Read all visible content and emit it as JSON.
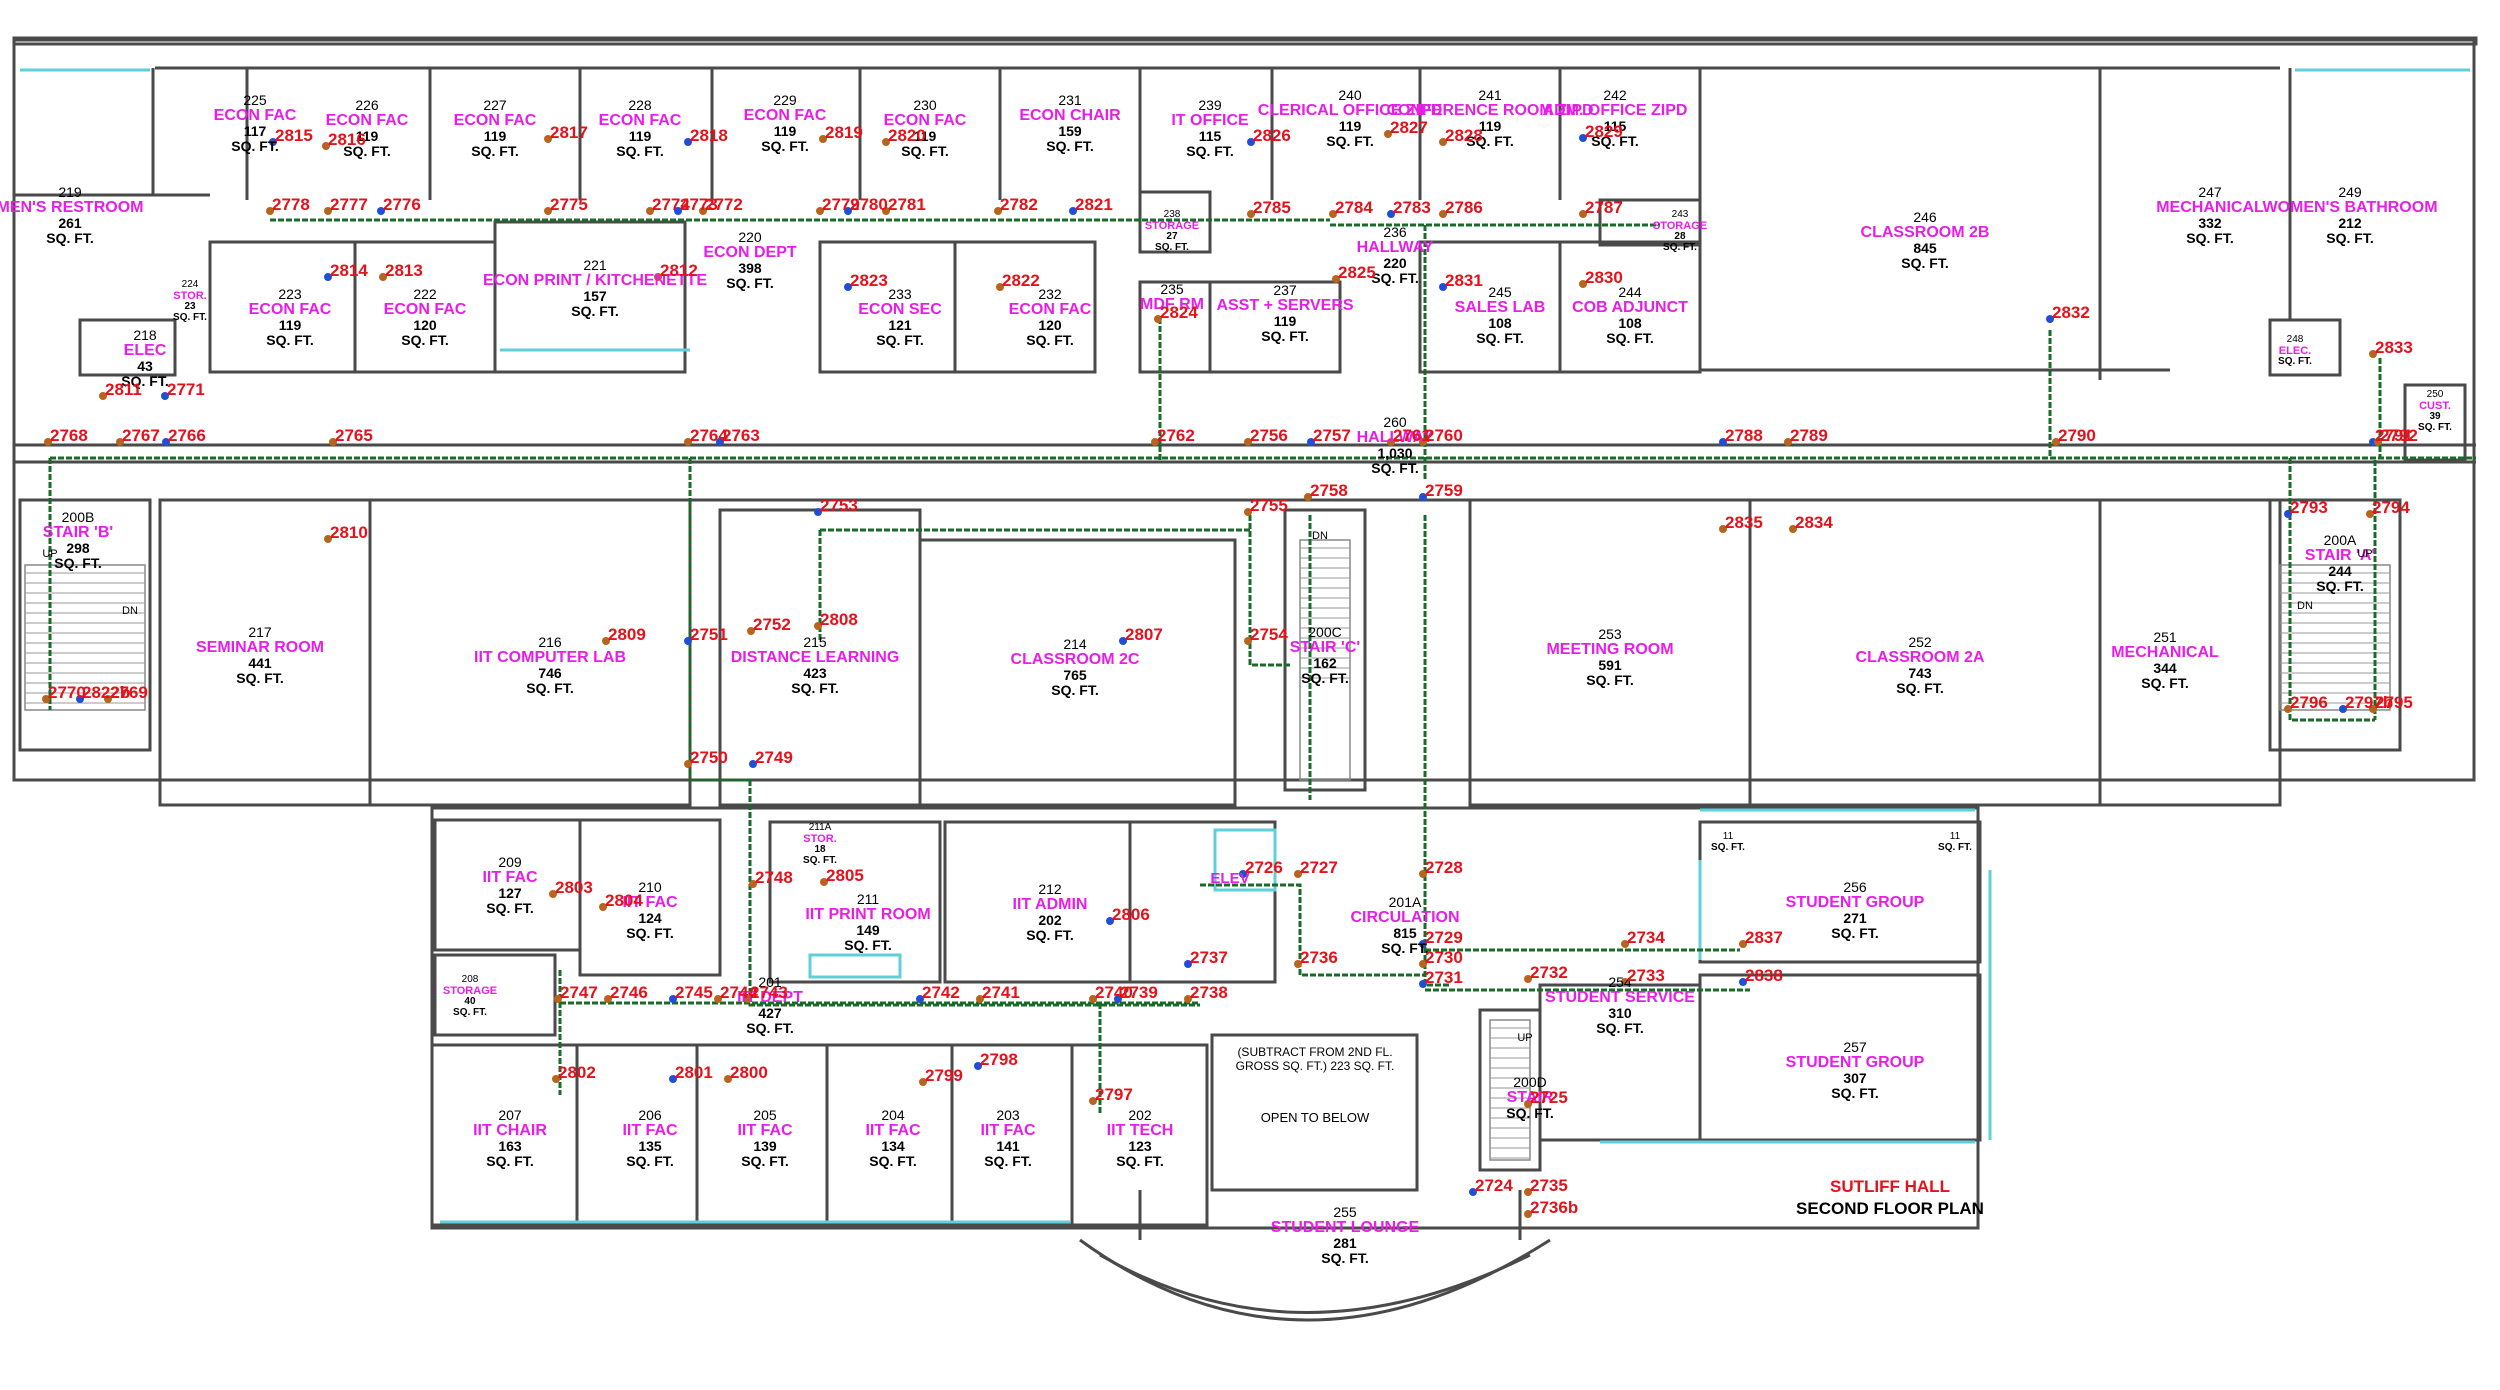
{
  "plan": {
    "title": "SUTLIFF HALL",
    "subtitle": "SECOND FLOOR PLAN",
    "open_to_below": "OPEN TO BELOW",
    "open_to_below_note": "(SUBTRACT FROM 2ND FL. GROSS SQ. FT.) 223 SQ. FT.",
    "elev_label": "ELEV",
    "dn_label": "DN",
    "up_label": "UP"
  },
  "colors": {
    "room_name": "#e81ee8",
    "node_label": "#e5121b",
    "network_line": "#1a6b2a",
    "wall": "#4a4a4a",
    "glass": "#5fd0d8",
    "node_dot": "#1f4fd8"
  },
  "rooms": [
    {
      "no": "225",
      "name": "ECON FAC",
      "sqft": "117",
      "unit": "SQ. FT."
    },
    {
      "no": "226",
      "name": "ECON FAC",
      "sqft": "119",
      "unit": "SQ. FT."
    },
    {
      "no": "227",
      "name": "ECON FAC",
      "sqft": "119",
      "unit": "SQ. FT."
    },
    {
      "no": "228",
      "name": "ECON FAC",
      "sqft": "119",
      "unit": "SQ. FT."
    },
    {
      "no": "229",
      "name": "ECON FAC",
      "sqft": "119",
      "unit": "SQ. FT."
    },
    {
      "no": "230",
      "name": "ECON FAC",
      "sqft": "119",
      "unit": "SQ. FT."
    },
    {
      "no": "231",
      "name": "ECON CHAIR",
      "sqft": "159",
      "unit": "SQ. FT."
    },
    {
      "no": "239",
      "name": "IT OFFICE",
      "sqft": "115",
      "unit": "SQ. FT."
    },
    {
      "no": "240",
      "name": "CLERICAL OFFICE ZIPD",
      "sqft": "119",
      "unit": "SQ. FT."
    },
    {
      "no": "241",
      "name": "CONFERENCE ROOM ZIPD",
      "sqft": "119",
      "unit": "SQ. FT."
    },
    {
      "no": "242",
      "name": "ADM. OFFICE ZIPD",
      "sqft": "115",
      "unit": "SQ. FT."
    },
    {
      "no": "246",
      "name": "CLASSROOM 2B",
      "sqft": "845",
      "unit": "SQ. FT."
    },
    {
      "no": "247",
      "name": "MECHANICAL",
      "sqft": "332",
      "unit": "SQ. FT."
    },
    {
      "no": "249",
      "name": "WOMEN'S BATHROOM",
      "sqft": "212",
      "unit": "SQ. FT."
    },
    {
      "no": "219",
      "name": "MEN'S RESTROOM",
      "sqft": "261",
      "unit": "SQ. FT."
    },
    {
      "no": "223",
      "name": "ECON FAC",
      "sqft": "119",
      "unit": "SQ. FT."
    },
    {
      "no": "222",
      "name": "ECON FAC",
      "sqft": "120",
      "unit": "SQ. FT."
    },
    {
      "no": "221",
      "name": "ECON PRINT / KITCHENETTE",
      "sqft": "157",
      "unit": "SQ. FT."
    },
    {
      "no": "220",
      "name": "ECON DEPT",
      "sqft": "398",
      "unit": "SQ. FT."
    },
    {
      "no": "233",
      "name": "ECON SEC",
      "sqft": "121",
      "unit": "SQ. FT."
    },
    {
      "no": "232",
      "name": "ECON FAC",
      "sqft": "120",
      "unit": "SQ. FT."
    },
    {
      "no": "235",
      "name": "MDF RM",
      "sqft": "",
      "unit": ""
    },
    {
      "no": "237",
      "name": "ASST + SERVERS",
      "sqft": "119",
      "unit": "SQ. FT."
    },
    {
      "no": "236",
      "name": "HALLWAY",
      "sqft": "220",
      "unit": "SQ. FT."
    },
    {
      "no": "245",
      "name": "SALES LAB",
      "sqft": "108",
      "unit": "SQ. FT."
    },
    {
      "no": "244",
      "name": "COB ADJUNCT",
      "sqft": "108",
      "unit": "SQ. FT."
    },
    {
      "no": "218",
      "name": "ELEC",
      "sqft": "43",
      "unit": "SQ. FT."
    },
    {
      "no": "260",
      "name": "HALLWAY",
      "sqft": "1,030",
      "unit": "SQ. FT."
    },
    {
      "no": "200B",
      "name": "STAIR 'B'",
      "sqft": "298",
      "unit": "SQ. FT."
    },
    {
      "no": "217",
      "name": "SEMINAR ROOM",
      "sqft": "441",
      "unit": "SQ. FT."
    },
    {
      "no": "216",
      "name": "IIT COMPUTER LAB",
      "sqft": "746",
      "unit": "SQ. FT."
    },
    {
      "no": "215",
      "name": "DISTANCE LEARNING",
      "sqft": "423",
      "unit": "SQ. FT."
    },
    {
      "no": "214",
      "name": "CLASSROOM 2C",
      "sqft": "765",
      "unit": "SQ. FT."
    },
    {
      "no": "200C",
      "name": "STAIR 'C'",
      "sqft": "162",
      "unit": "SQ. FT."
    },
    {
      "no": "253",
      "name": "MEETING ROOM",
      "sqft": "591",
      "unit": "SQ. FT."
    },
    {
      "no": "252",
      "name": "CLASSROOM 2A",
      "sqft": "743",
      "unit": "SQ. FT."
    },
    {
      "no": "251",
      "name": "MECHANICAL",
      "sqft": "344",
      "unit": "SQ. FT."
    },
    {
      "no": "200A",
      "name": "STAIR 'A'",
      "sqft": "244",
      "unit": "SQ. FT."
    },
    {
      "no": "209",
      "name": "IIT FAC",
      "sqft": "127",
      "unit": "SQ. FT."
    },
    {
      "no": "210",
      "name": "IIT FAC",
      "sqft": "124",
      "unit": "SQ. FT."
    },
    {
      "no": "211",
      "name": "IIT PRINT ROOM",
      "sqft": "149",
      "unit": "SQ. FT."
    },
    {
      "no": "212",
      "name": "IIT ADMIN",
      "sqft": "202",
      "unit": "SQ. FT."
    },
    {
      "no": "201A",
      "name": "CIRCULATION",
      "sqft": "815",
      "unit": "SQ. FT."
    },
    {
      "no": "256",
      "name": "STUDENT GROUP",
      "sqft": "271",
      "unit": "SQ. FT."
    },
    {
      "no": "254",
      "name": "STUDENT SERVICE",
      "sqft": "310",
      "unit": "SQ. FT."
    },
    {
      "no": "257",
      "name": "STUDENT GROUP",
      "sqft": "307",
      "unit": "SQ. FT."
    },
    {
      "no": "201",
      "name": "IIT DEPT",
      "sqft": "427",
      "unit": "SQ. FT."
    },
    {
      "no": "207",
      "name": "IIT CHAIR",
      "sqft": "163",
      "unit": "SQ. FT."
    },
    {
      "no": "206",
      "name": "IIT FAC",
      "sqft": "135",
      "unit": "SQ. FT."
    },
    {
      "no": "205",
      "name": "IIT FAC",
      "sqft": "139",
      "unit": "SQ. FT."
    },
    {
      "no": "204",
      "name": "IIT FAC",
      "sqft": "134",
      "unit": "SQ. FT."
    },
    {
      "no": "203",
      "name": "IIT FAC",
      "sqft": "141",
      "unit": "SQ. FT."
    },
    {
      "no": "202",
      "name": "IIT TECH",
      "sqft": "123",
      "unit": "SQ. FT."
    },
    {
      "no": "200D",
      "name": "STAIR",
      "sqft": "",
      "unit": "SQ. FT."
    },
    {
      "no": "255",
      "name": "STUDENT LOUNGE",
      "sqft": "281",
      "unit": "SQ. FT."
    }
  ],
  "small_rooms": [
    {
      "no": "238",
      "name": "STORAGE",
      "sqft": "27",
      "unit": "SQ. FT."
    },
    {
      "no": "243",
      "name": "STORAGE",
      "sqft": "28",
      "unit": "SQ. FT."
    },
    {
      "no": "224",
      "name": "STOR.",
      "sqft": "23",
      "unit": "SQ. FT."
    },
    {
      "no": "248",
      "name": "ELEC.",
      "sqft": "",
      "unit": "SQ. FT."
    },
    {
      "no": "250",
      "name": "CUST.",
      "sqft": "39",
      "unit": "SQ. FT."
    },
    {
      "no": "208",
      "name": "STORAGE",
      "sqft": "40",
      "unit": "SQ. FT."
    },
    {
      "no": "211A",
      "name": "STOR.",
      "sqft": "18",
      "unit": "SQ. FT."
    },
    {
      "no": "11",
      "name": "",
      "sqft": "",
      "unit": "SQ. FT."
    },
    {
      "no": "11",
      "name": "",
      "sqft": "",
      "unit": "SQ. FT."
    }
  ],
  "nodes": [
    "2815",
    "2816",
    "2817",
    "2818",
    "2819",
    "2820",
    "2826",
    "2827",
    "2828",
    "2829",
    "2778",
    "2777",
    "2776",
    "2775",
    "2774",
    "2773",
    "2772",
    "2779",
    "2780",
    "2781",
    "2782",
    "2821",
    "2785",
    "2784",
    "2783",
    "2786",
    "2787",
    "2814",
    "2813",
    "2812",
    "2823",
    "2822",
    "2825",
    "2831",
    "2830",
    "2824",
    "2832",
    "2833",
    "2811",
    "2771",
    "2768",
    "2767",
    "2766",
    "2765",
    "2764",
    "2763",
    "2762",
    "2756",
    "2757",
    "2761",
    "2760",
    "2788",
    "2789",
    "2790",
    "2791",
    "2792",
    "2810",
    "2753",
    "2755",
    "2758",
    "2759",
    "2835",
    "2834",
    "2793",
    "2794",
    "2809",
    "2751",
    "2752",
    "2808",
    "2807",
    "2754",
    "2770",
    "2822b",
    "2769",
    "2796",
    "2797b",
    "2795",
    "2750",
    "2749",
    "2748",
    "2805",
    "2726",
    "2727",
    "2728",
    "2806",
    "2803",
    "2804",
    "2729",
    "2734",
    "2837",
    "2737",
    "2736",
    "2730",
    "2731",
    "2732",
    "2733",
    "2838",
    "2747",
    "2746",
    "2745",
    "2744",
    "2743",
    "2742",
    "2741",
    "2740",
    "2739",
    "2738",
    "2802",
    "2801",
    "2800",
    "2799",
    "2798",
    "2797",
    "2725",
    "2724",
    "2735",
    "2736b"
  ]
}
